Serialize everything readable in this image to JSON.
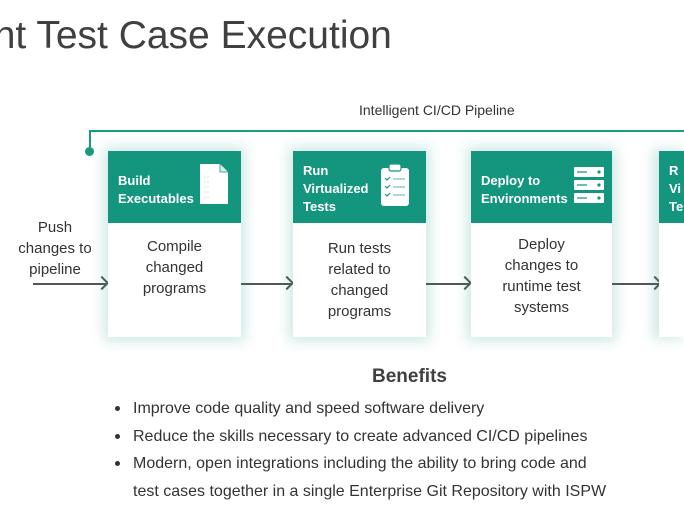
{
  "slide": {
    "title": "ent Test Case Execution",
    "pipeline_label": "Intelligent CI/CD Pipeline",
    "push_text": [
      "Push",
      "changes to",
      "pipeline"
    ],
    "colors": {
      "teal": "#14967e",
      "accent_line": "#1a9a82"
    }
  },
  "stages": [
    {
      "title": [
        "Build",
        "Executables"
      ],
      "icon": "document-icon",
      "body": [
        "Compile",
        "changed",
        "programs"
      ]
    },
    {
      "title": [
        "Run",
        "Virtualized",
        "Tests"
      ],
      "icon": "clipboard-checklist-icon",
      "body": [
        "Run tests",
        "related to",
        "changed",
        "programs"
      ]
    },
    {
      "title": [
        "Deploy to",
        "Environments"
      ],
      "icon": "server-stack-icon",
      "body": [
        "Deploy",
        "changes to",
        "runtime test",
        "systems"
      ]
    },
    {
      "title": [
        "R",
        "Vi",
        "Te"
      ],
      "icon": "",
      "body": []
    }
  ],
  "benefits": {
    "title": "Benefits",
    "items": [
      "Improve code quality and speed software delivery",
      "Reduce the skills necessary to create advanced CI/CD pipelines",
      "Modern, open integrations including the ability to bring code and",
      "test cases together in a single Enterprise Git Repository with ISPW"
    ]
  }
}
